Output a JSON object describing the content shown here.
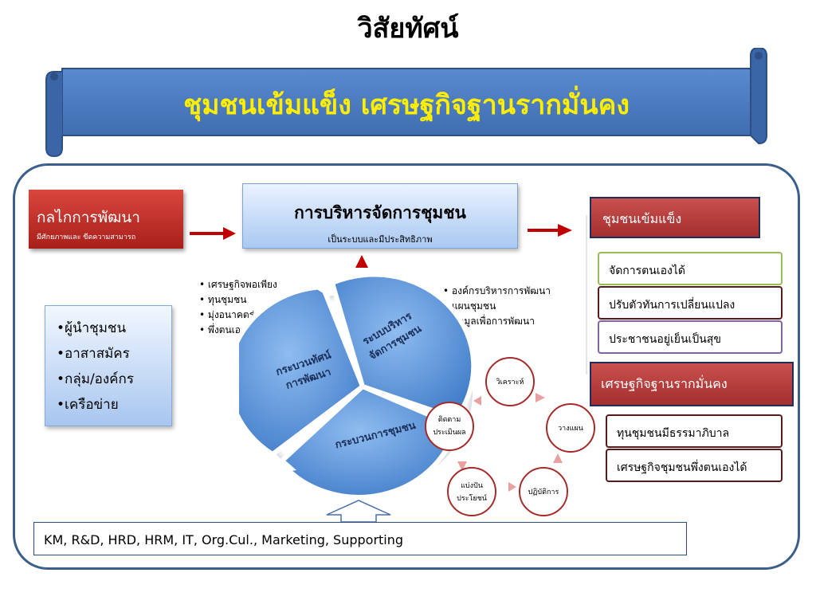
{
  "title": "วิสัยทัศน์",
  "banner": "ชุมชนเข้มแข็ง เศรษฐกิจฐานรากมั่นคง",
  "mechanism": {
    "title": "กลไกการพัฒนา",
    "subtitle": "มีศักยภาพและ ขีดความสามารถ"
  },
  "management": {
    "title": "การบริหารจัดการชุมชน",
    "subtitle": "เป็นระบบและมีประสิทธิภาพ"
  },
  "actors": [
    "•ผู้นำชุมชน",
    "•อาสาสมัคร",
    "•กลุ่ม/องค์กร",
    "•เครือข่าย"
  ],
  "left_bullets": [
    "เศรษฐกิจพอเพียง",
    "ทุนชุมชน",
    "มุ่งอนาคตร่วมกัน",
    "พึ่งตนเอง"
  ],
  "right_bullets": [
    "องค์กรบริหารการพัฒนา",
    "แผนชุมชน",
    "ข้อมูลเพื่อการพัฒนา"
  ],
  "wheel": {
    "segment_left": [
      "กระบวนทัศน์",
      "การพัฒนา"
    ],
    "segment_right": [
      "ระบบบริหาร",
      "จัดการชุมชน"
    ],
    "segment_bottom": "กระบวนการชุมชน"
  },
  "cycle": {
    "analyze": "วิเคราะห์",
    "plan": "วางแผน",
    "operate": "ปฏิบัติการ",
    "share": [
      "แบ่งปัน",
      "ประโยชน์"
    ],
    "monitor": [
      "ติดตาม",
      "ประเมินผล"
    ]
  },
  "results": {
    "strong": "ชุมชนเข้มแข็ง",
    "strong_items": [
      "จัดการตนเองได้",
      "ปรับตัวทันการเปลี่ยนแปลง",
      "ประชาชนอยู่เย็นเป็นสุข"
    ],
    "economy": "เศรษฐกิจฐานรากมั่นคง",
    "economy_items": [
      "ทุนชุมชนมีธรรมาภิบาล",
      "เศรษฐกิจชุมชนพึ่งตนเองได้"
    ]
  },
  "support": "KM, R&D, HRD, HRM, IT, Org.Cul., Marketing, Supporting",
  "colors": {
    "banner_blue": "#4f7ec0",
    "banner_text": "#ffee00",
    "red_box": "#c0403c",
    "arrow_red": "#c00000",
    "green_border": "#9bbb59",
    "brown_border": "#5a1a1a",
    "purple_border": "#8064a2",
    "wheel_blue": "#4b88d6",
    "cycle_red": "#a52a2a",
    "frame": "#3b5f8a"
  }
}
